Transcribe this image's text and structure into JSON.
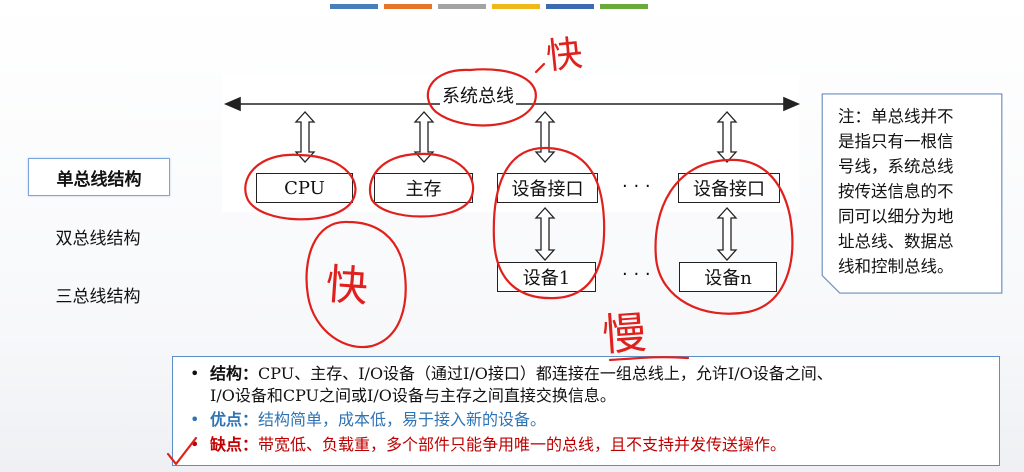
{
  "top_bar_colors": [
    "#4a7ebb",
    "#e8742c",
    "#a3a3a3",
    "#f0b81a",
    "#3d6bb3",
    "#6aaa3a"
  ],
  "menu": {
    "items": [
      {
        "label": "单总线结构",
        "active": true
      },
      {
        "label": "双总线结构",
        "active": false
      },
      {
        "label": "三总线结构",
        "active": false
      }
    ]
  },
  "diagram": {
    "bus_label": "系统总线",
    "nodes": {
      "cpu": "CPU",
      "memory": "主存",
      "interface1": "设备接口",
      "interface2": "设备接口",
      "device1": "设备1",
      "device2": "设备n"
    },
    "ellipsis": "· · ·"
  },
  "note": {
    "lines": [
      "注：单总线并不",
      "是指只有一根信",
      "号线，系统总线",
      "按传送信息的不",
      "同可以细分为地",
      "址总线、数据总",
      "线和控制总线。"
    ]
  },
  "info": {
    "bullet": "•",
    "structure_label": "结构：",
    "structure_line1": "CPU、主存、I/O设备（通过I/O接口）都连接在一组总线上，允许I/O设备之间、",
    "structure_line2": "I/O设备和CPU之间或I/O设备与主存之间直接交换信息。",
    "advantage_label": "优点：",
    "advantage_text": "结构简单，成本低，易于接入新的设备。",
    "disadvantage_label": "缺点：",
    "disadvantage_text": "带宽低、负载重，多个部件只能争用唯一的总线，且不支持并发传送操作。"
  },
  "annotations": {
    "fast1": "快",
    "fast2": "快",
    "slow": "慢"
  },
  "colors": {
    "accent_blue": "#2e74b5",
    "red": "#c00000",
    "ink_red": "#e0201c",
    "box_border": "#5b8fc7"
  }
}
